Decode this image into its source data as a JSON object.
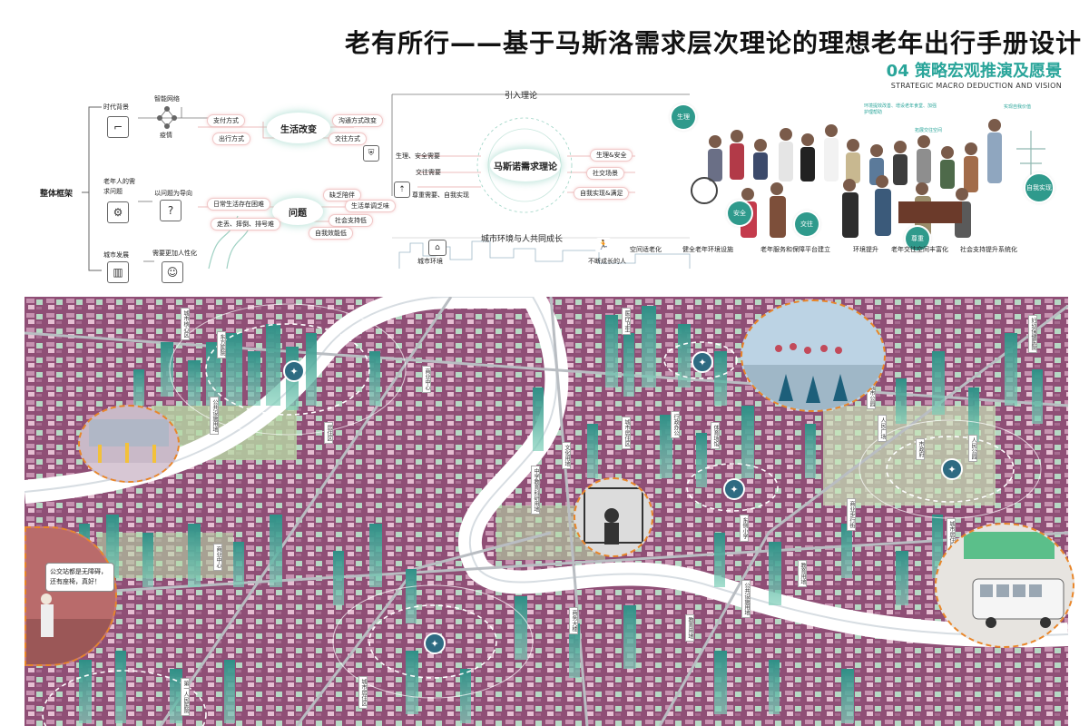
{
  "header": {
    "title": "老有所行——基于马斯洛需求层次理论的理想老年出行手册设计",
    "section": "04 策略宏观推演及愿景",
    "section_en": "STRATEGIC MACRO DEDUCTION AND VISION"
  },
  "framework": {
    "root": "整体框架",
    "branches": [
      {
        "label": "时代背景",
        "node": "智能网络",
        "sub": "疫情"
      },
      {
        "label": "老年人的需求问题",
        "node": "以问题为导向"
      },
      {
        "label": "城市发展",
        "node": "需要更加人性化"
      }
    ],
    "life_change": {
      "core": "生活改变",
      "items": [
        "支付方式",
        "出行方式",
        "沟通方式改变",
        "交往方式"
      ]
    },
    "problem": {
      "core": "问题",
      "items": [
        "日常生活存在困难",
        "走丢、摔倒、排号难",
        "缺乏陪伴",
        "生活单调乏味",
        "社会支持低",
        "自我效能低"
      ]
    },
    "needs_left": [
      "生理、安全需要",
      "交往需要",
      "尊重需要、自我实现"
    ],
    "intro": "引入理论",
    "maslow": {
      "core": "马斯诺需求理论",
      "items": [
        "生理&安全",
        "社交场景",
        "自我实现&满足"
      ]
    },
    "growth": "城市环境与人共同成长",
    "env_label": "城市环境",
    "person_label": "不断成长的人"
  },
  "vision": {
    "bubbles": [
      "生理",
      "安全",
      "交往",
      "尊重",
      "自我实现"
    ],
    "notes": [
      "环境提效改善、增设老年食堂、加强护理帮助",
      "拓展交往空间",
      "实现自我价值"
    ],
    "strategies": [
      "空间适老化",
      "健全老年环境设施",
      "老年服务和保障平台建立",
      "环境提升",
      "老年交往空间丰富化",
      "社会支持提升系统化"
    ]
  },
  "map": {
    "tags": [
      "城市核心区",
      "东方医院",
      "公共设施用地",
      "商业中心",
      "居住区",
      "医疗卫生",
      "城市居住区",
      "文化用地",
      "中学教育科研用地",
      "行政办公",
      "城市公园",
      "人民广场",
      "市政府",
      "人民公园",
      "商业步行街",
      "体育场馆",
      "东侧小学",
      "城市居住区",
      "第一人民医院",
      "城市居住区",
      "商务大楼",
      "公共设施用地",
      "商业中心",
      "教育用地",
      "教育用地",
      "妇幼保健医院"
    ],
    "speech": "公交站都是无障碍，还有座椅，真好！"
  },
  "colors": {
    "accent": "#2aa59a",
    "map_base": "#8f4f76",
    "river": "#ffffff",
    "zoom_ring": "#e8862a"
  }
}
